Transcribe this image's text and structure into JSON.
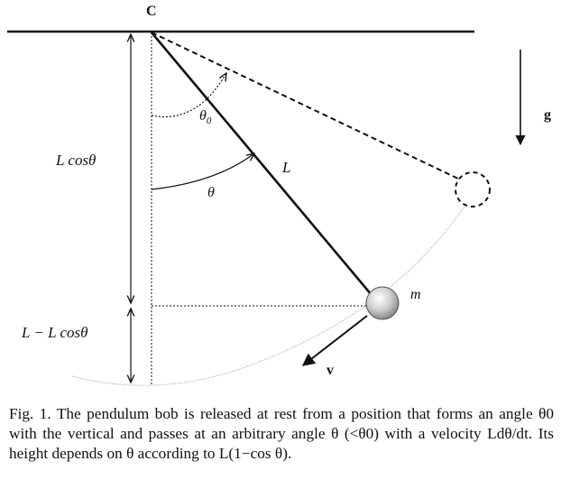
{
  "labels": {
    "pivot": "C",
    "gravity": "g",
    "theta0_main": "θ",
    "theta0_sub": "0",
    "theta": "θ",
    "length": "L",
    "mass": "m",
    "velocity": "v",
    "l_cos_theta": "L cosθ",
    "l_minus_l_cos_theta": "L − L cosθ"
  },
  "caption": "Fig. 1. The pendulum bob is released at rest from a position that forms an angle θ0 with the vertical and passes at an arbitrary angle θ (<θ0) with a velocity Ldθ/dt. Its height depends on θ according to L(1−cos θ)."
}
